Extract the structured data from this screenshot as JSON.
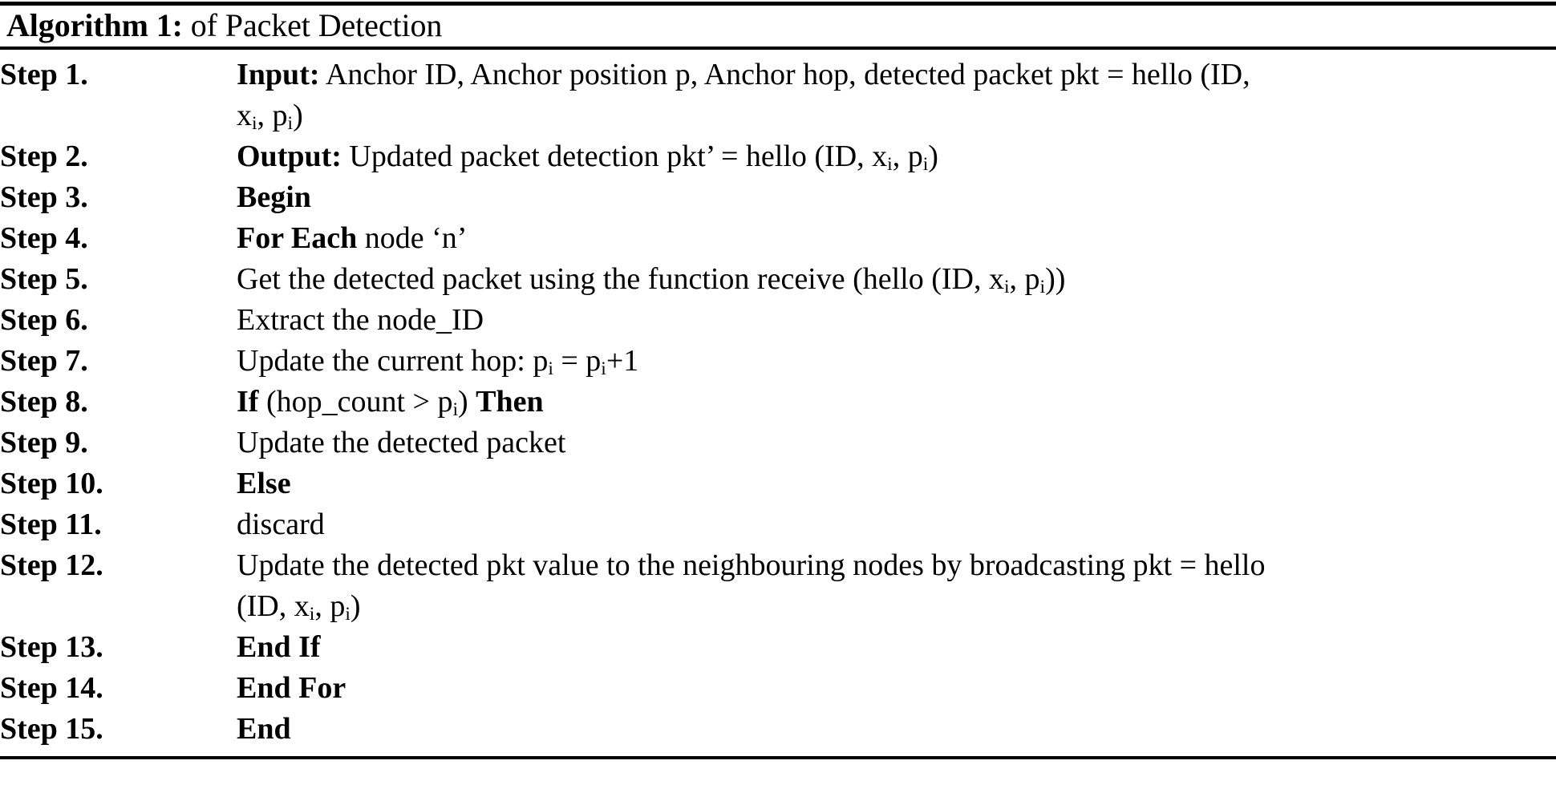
{
  "algorithm": {
    "label": "Algorithm 1:",
    "name": " of Packet Detection",
    "title_full": "Algorithm 1: of Packet Detection",
    "steps": [
      {
        "label": "Step 1.",
        "keyword": "Input:",
        "text": " Anchor ID, Anchor position p, Anchor hop, detected packet pkt = hello (ID,",
        "continuation": "xᵢ, pᵢ)",
        "continuation_parts": {
          "pre": "x",
          "sub1": "i",
          "mid": ", p",
          "sub2": "i",
          "post": ")"
        }
      },
      {
        "label": "Step 2.",
        "keyword": "Output:",
        "text": " Updated packet detection pkt’ = hello (ID, x",
        "sub1": "i",
        "text2": ", p",
        "sub2": "i",
        "text3": ")"
      },
      {
        "label": "Step 3.",
        "keyword": "Begin",
        "text": ""
      },
      {
        "label": "Step 4.",
        "keyword": "For Each",
        "text": " node ‘n’"
      },
      {
        "label": "Step 5.",
        "keyword": "",
        "text": "Get the detected packet using the function receive (hello (ID, x",
        "sub1": "i",
        "text2": ", p",
        "sub2": "i",
        "text3": "))"
      },
      {
        "label": "Step 6.",
        "keyword": "",
        "text": "Extract the node_ID"
      },
      {
        "label": "Step 7.",
        "keyword": "",
        "text": "Update the current hop: p",
        "sub1": "i",
        "text2": " = p",
        "sub2": "i",
        "text3": "+1"
      },
      {
        "label": "Step 8.",
        "keyword": "If",
        "text": " (hop_count > p",
        "sub1": "i",
        "text2": ") ",
        "keyword2": "Then"
      },
      {
        "label": "Step 9.",
        "keyword": "",
        "text": "Update the detected packet"
      },
      {
        "label": "Step 10.",
        "keyword": "Else",
        "text": ""
      },
      {
        "label": "Step 11.",
        "keyword": "",
        "text": "discard"
      },
      {
        "label": "Step 12.",
        "keyword": "",
        "text": "Update the detected pkt value to the neighbouring nodes by broadcasting pkt = hello",
        "continuation": "(ID, xᵢ, pᵢ)",
        "continuation_parts": {
          "pre": "(ID, x",
          "sub1": "i",
          "mid": ", p",
          "sub2": "i",
          "post": ")"
        }
      },
      {
        "label": "Step 13.",
        "keyword": "End If",
        "text": ""
      },
      {
        "label": "Step 14.",
        "keyword": "End For",
        "text": ""
      },
      {
        "label": "Step 15.",
        "keyword": "End",
        "text": ""
      }
    ]
  }
}
